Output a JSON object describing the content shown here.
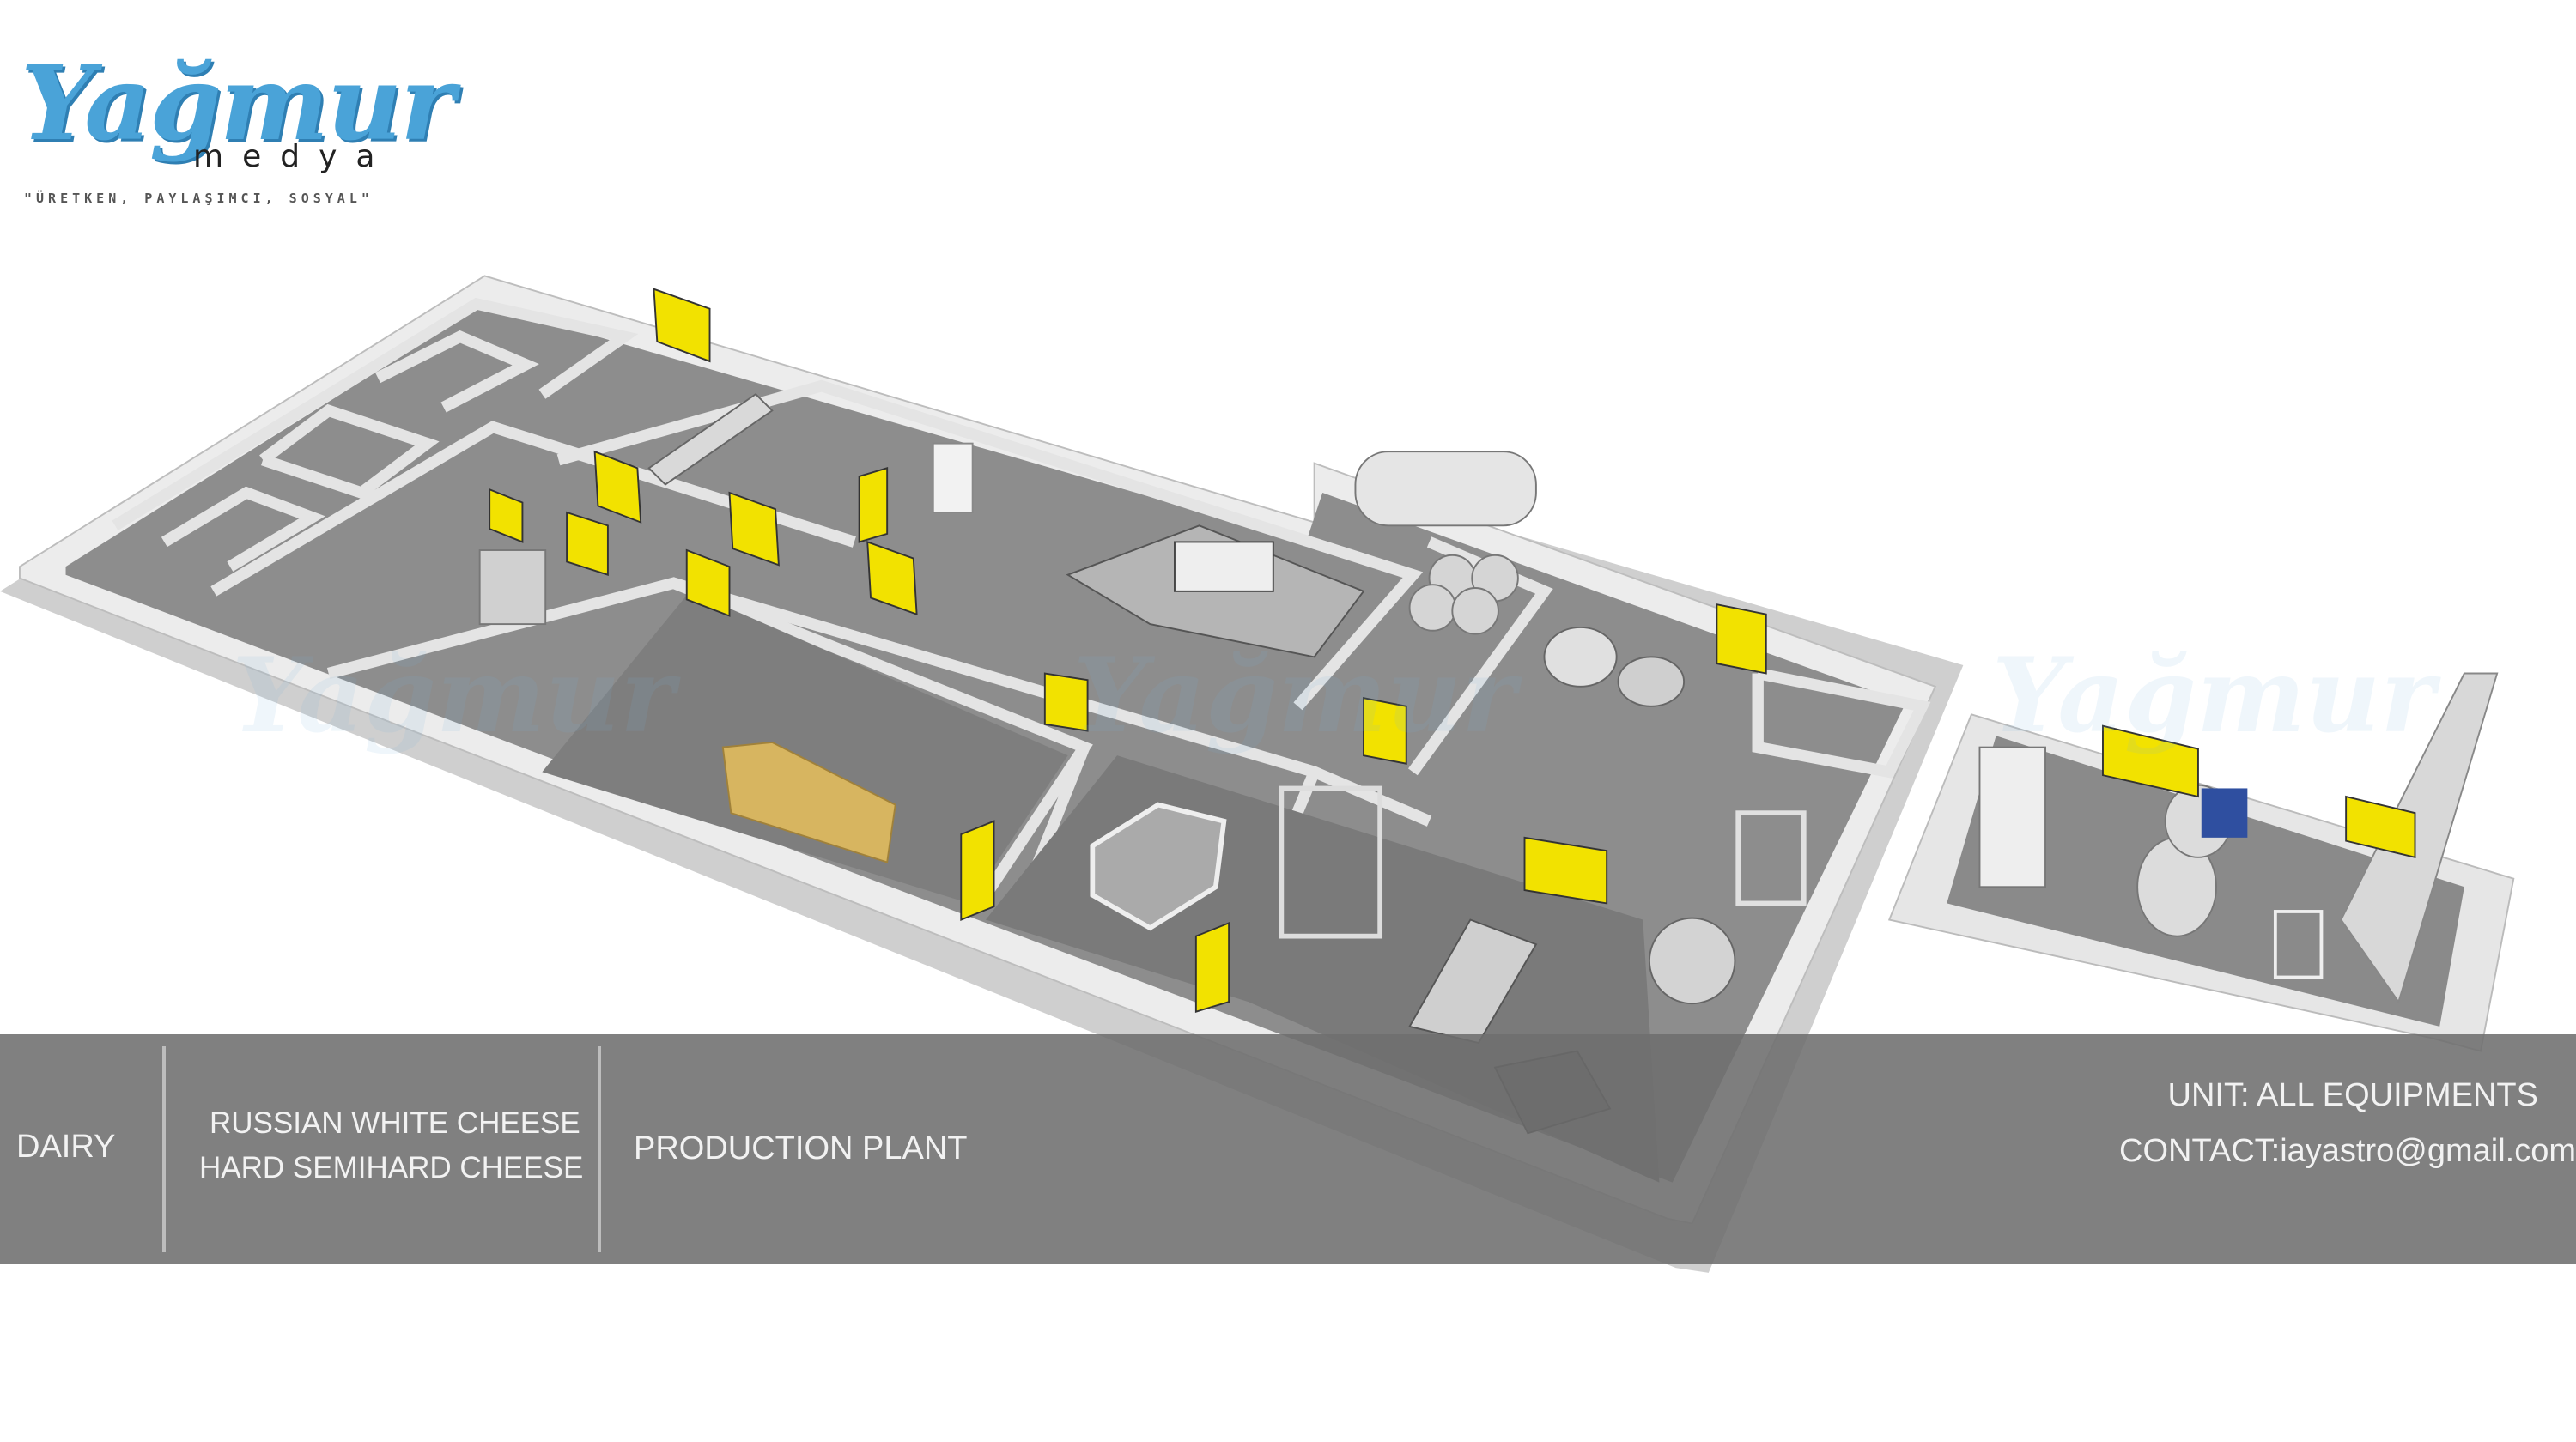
{
  "logo": {
    "brand": "Yağmur",
    "sub": "medya",
    "tagline": "\"ÜRETKEN, PAYLAŞIMCI, SOSYAL\""
  },
  "banner": {
    "category": "DAIRY",
    "products": [
      "RUSSIAN WHITE CHEESE",
      "HARD SEMIHARD CHEESE"
    ],
    "facility": "PRODUCTION PLANT",
    "unit": "UNIT: ALL EQUIPMENTS",
    "contact": "CONTACT:iayastro@gmail.com"
  },
  "colors": {
    "door": "#f2e200",
    "floor": "#8a8a8a",
    "wall": "#e6e6e6",
    "banner": "#6e6e6e",
    "brand": "#4aa3d8"
  }
}
